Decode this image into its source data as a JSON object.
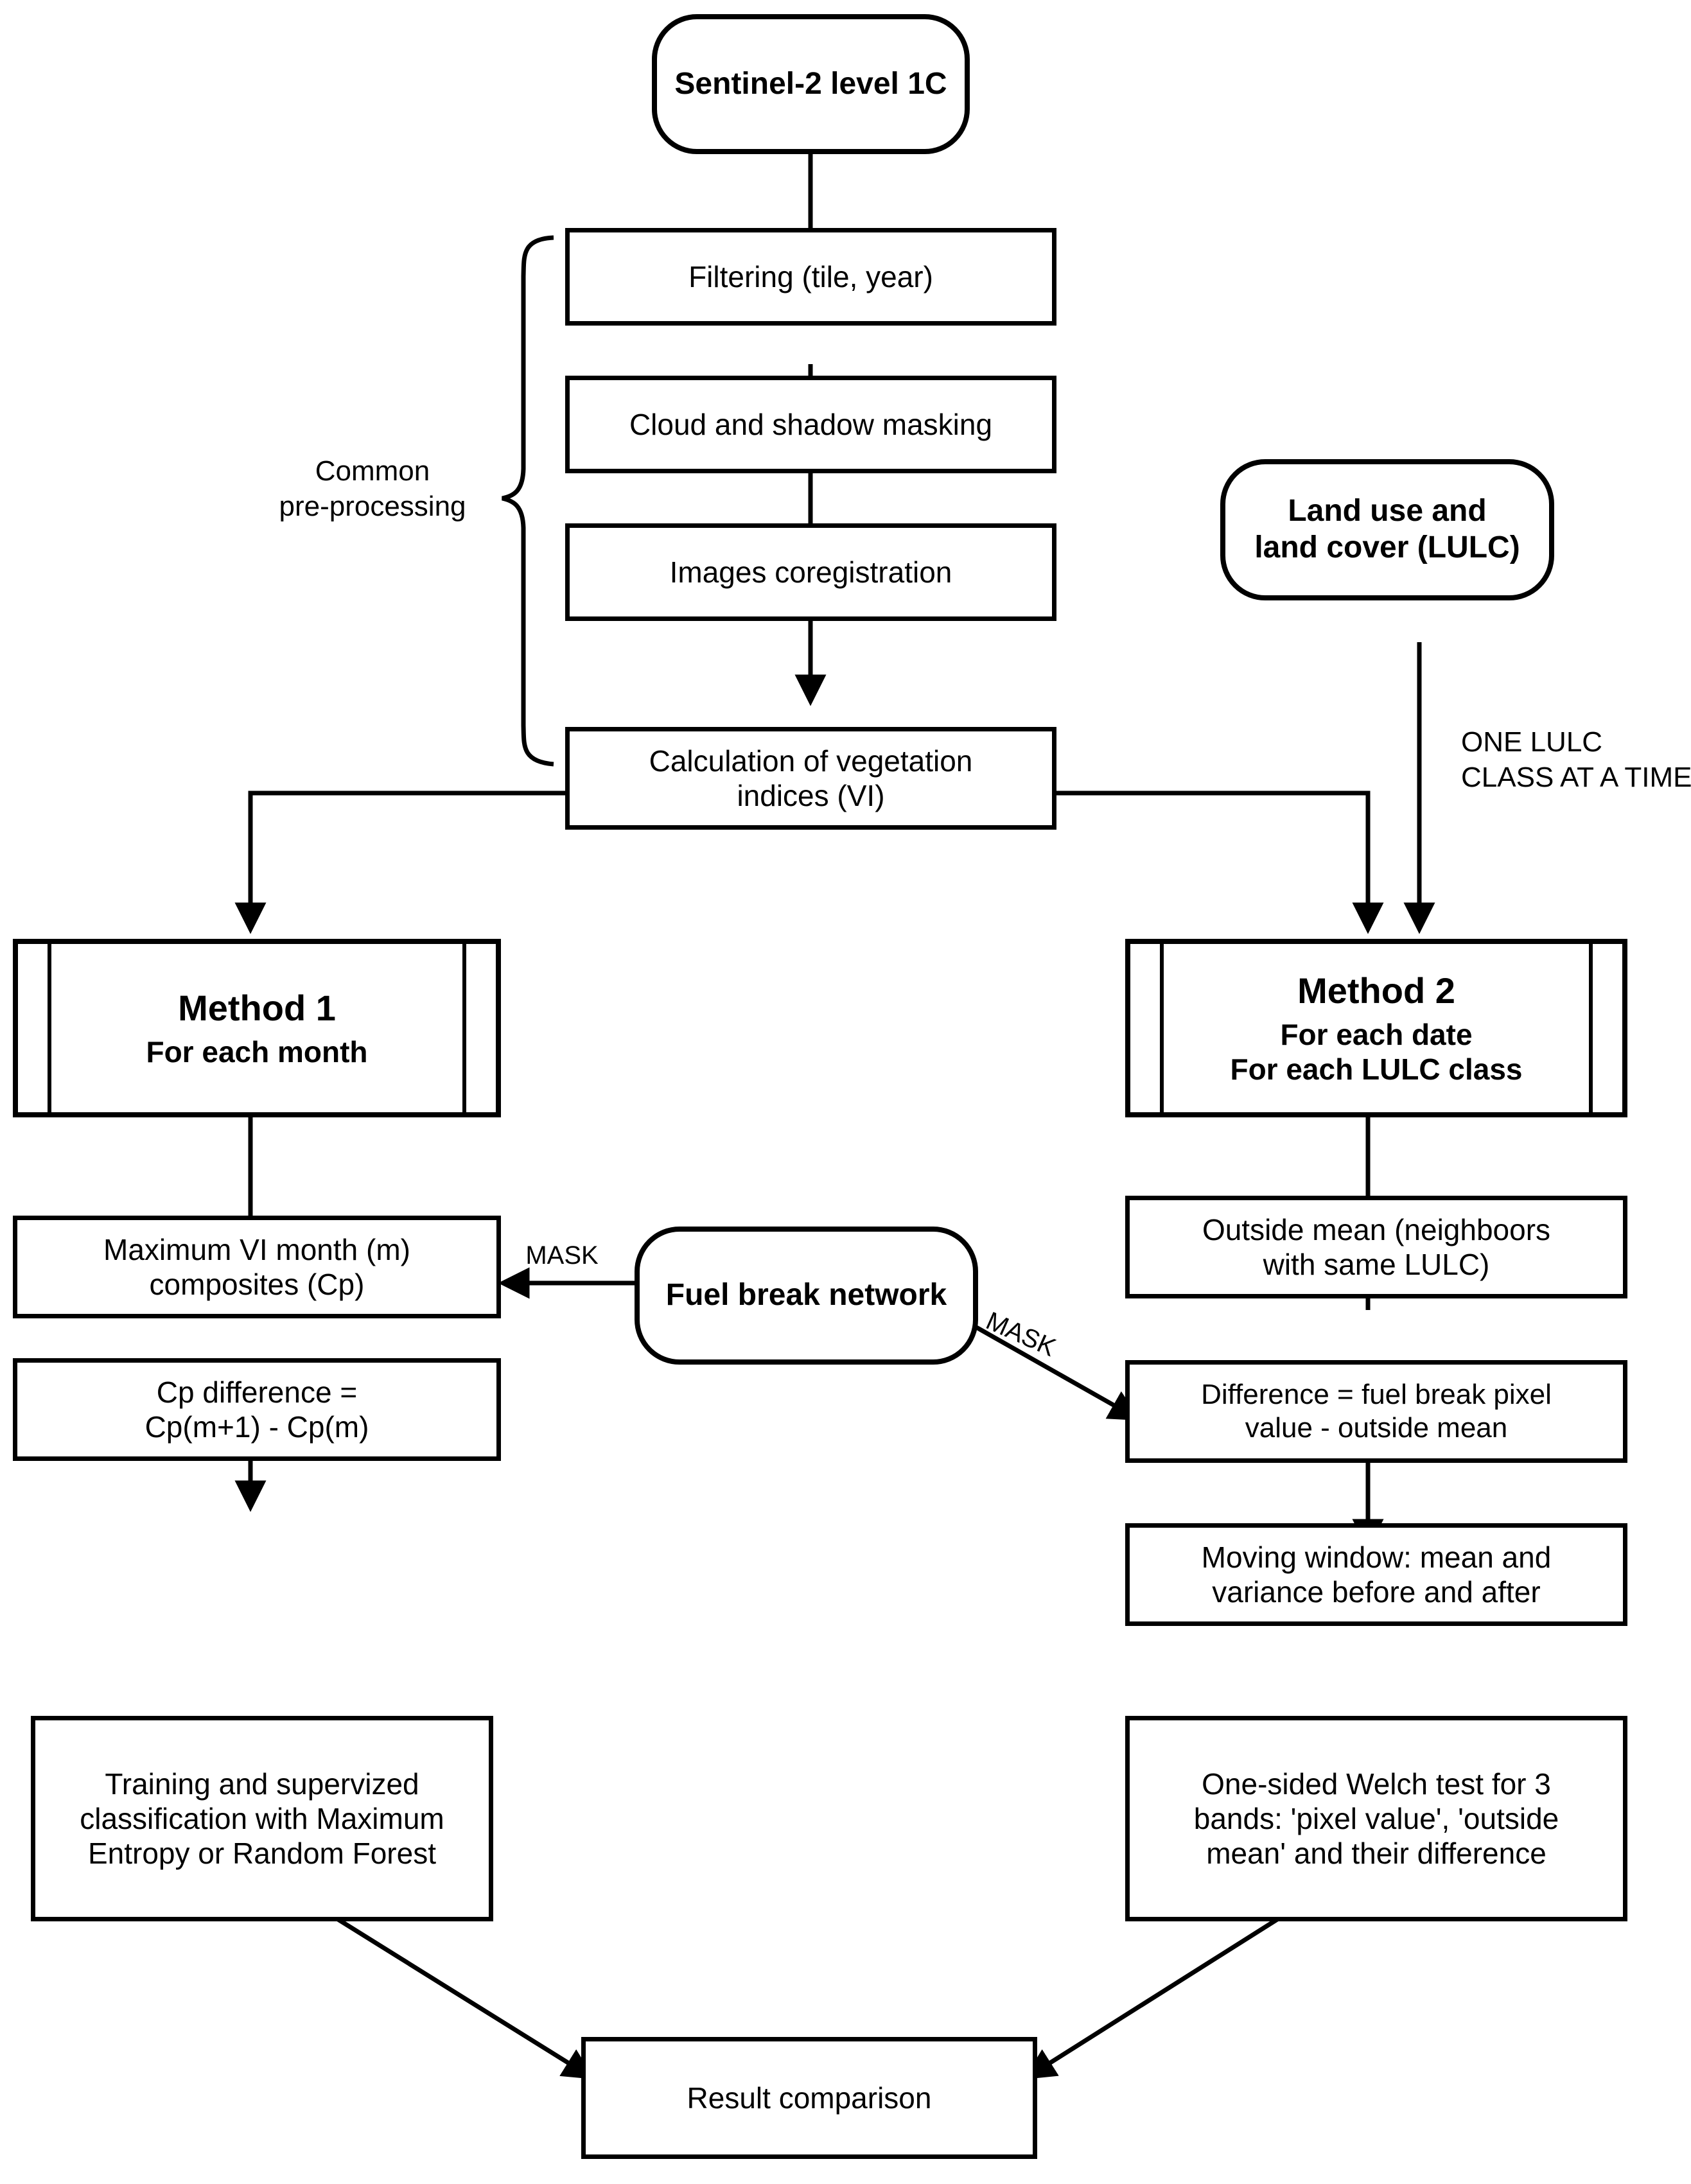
{
  "diagram": {
    "title": "Fuel break detection methodology flowchart",
    "line_color": "#000000",
    "background": "#ffffff"
  },
  "nodes": {
    "sentinel": {
      "label": "Sentinel-2 level 1C",
      "shape": "terminator"
    },
    "filtering": {
      "label": "Filtering (tile, year)",
      "shape": "process"
    },
    "cloud_mask": {
      "label": "Cloud and shadow masking",
      "shape": "process"
    },
    "coregistration": {
      "label": "Images coregistration",
      "shape": "process"
    },
    "vi": {
      "label": "Calculation of vegetation\nindices (VI)",
      "shape": "process"
    },
    "lulc": {
      "label": "Land use and\nland cover (LULC)",
      "shape": "terminator"
    },
    "method1": {
      "title": "Method 1",
      "line2": "For each month",
      "shape": "subroutine"
    },
    "method2": {
      "title": "Method 2",
      "line2": "For each date",
      "line3": "For each LULC class",
      "shape": "subroutine"
    },
    "max_vi": {
      "label": "Maximum VI month (m)\ncomposites (Cp)",
      "shape": "process"
    },
    "cp_diff": {
      "label": "Cp difference =\nCp(m+1) - Cp(m)",
      "shape": "process"
    },
    "training": {
      "label": "Training and supervized\nclassification with Maximum\nEntropy or Random Forest",
      "shape": "process"
    },
    "fuel_break": {
      "label": "Fuel break network",
      "shape": "terminator"
    },
    "outside_mean": {
      "label": "Outside mean (neighboors\nwith same LULC)",
      "shape": "process"
    },
    "difference": {
      "label": "Difference =  fuel break pixel\nvalue - outside mean",
      "shape": "process"
    },
    "moving_window": {
      "label": "Moving window: mean and\nvariance before and after",
      "shape": "process"
    },
    "welch": {
      "label": "One-sided Welch test for 3\nbands: 'pixel value', 'outside\nmean' and their difference",
      "shape": "process"
    },
    "result": {
      "label": "Result comparison",
      "shape": "process"
    }
  },
  "annotations": {
    "common_preprocessing": "Common\npre-processing",
    "one_lulc": "ONE LULC\nCLASS AT A TIME",
    "mask_left": "MASK",
    "mask_right": "MASK"
  }
}
